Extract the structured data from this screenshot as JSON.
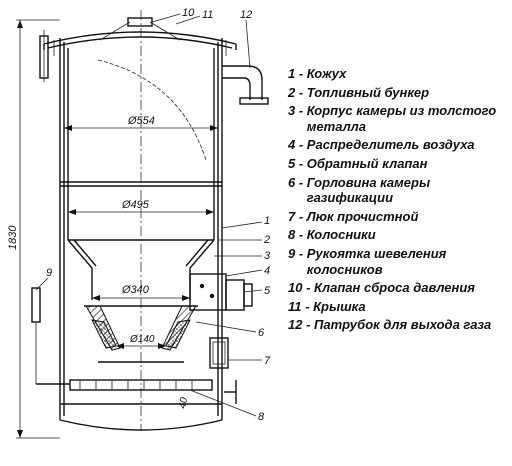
{
  "diagram": {
    "dimensions": {
      "height": "1830",
      "d_outer": "Ø554",
      "d_inner": "Ø495",
      "d_neck": "Ø340",
      "d_bottom": "Ø140",
      "gap": "40"
    },
    "callouts": [
      "1",
      "2",
      "3",
      "4",
      "5",
      "6",
      "7",
      "8",
      "9",
      "10",
      "11",
      "12"
    ]
  },
  "legend": [
    {
      "num": "1",
      "text": "Кожух"
    },
    {
      "num": "2",
      "text": "Топливный бункер"
    },
    {
      "num": "3",
      "text": "Корпус камеры из толстого металла"
    },
    {
      "num": "4",
      "text": "Распределитель воздуха"
    },
    {
      "num": "5",
      "text": "Обратный клапан"
    },
    {
      "num": "6",
      "text": "Горловина камеры газификации"
    },
    {
      "num": "7",
      "text": "Люк прочистной"
    },
    {
      "num": "8",
      "text": "Колосники"
    },
    {
      "num": "9",
      "text": "Рукоятка шевеления колосников"
    },
    {
      "num": "10",
      "text": "Клапан сброса давления"
    },
    {
      "num": "11",
      "text": "Крышка"
    },
    {
      "num": "12",
      "text": "Патрубок для выхода газа"
    }
  ]
}
